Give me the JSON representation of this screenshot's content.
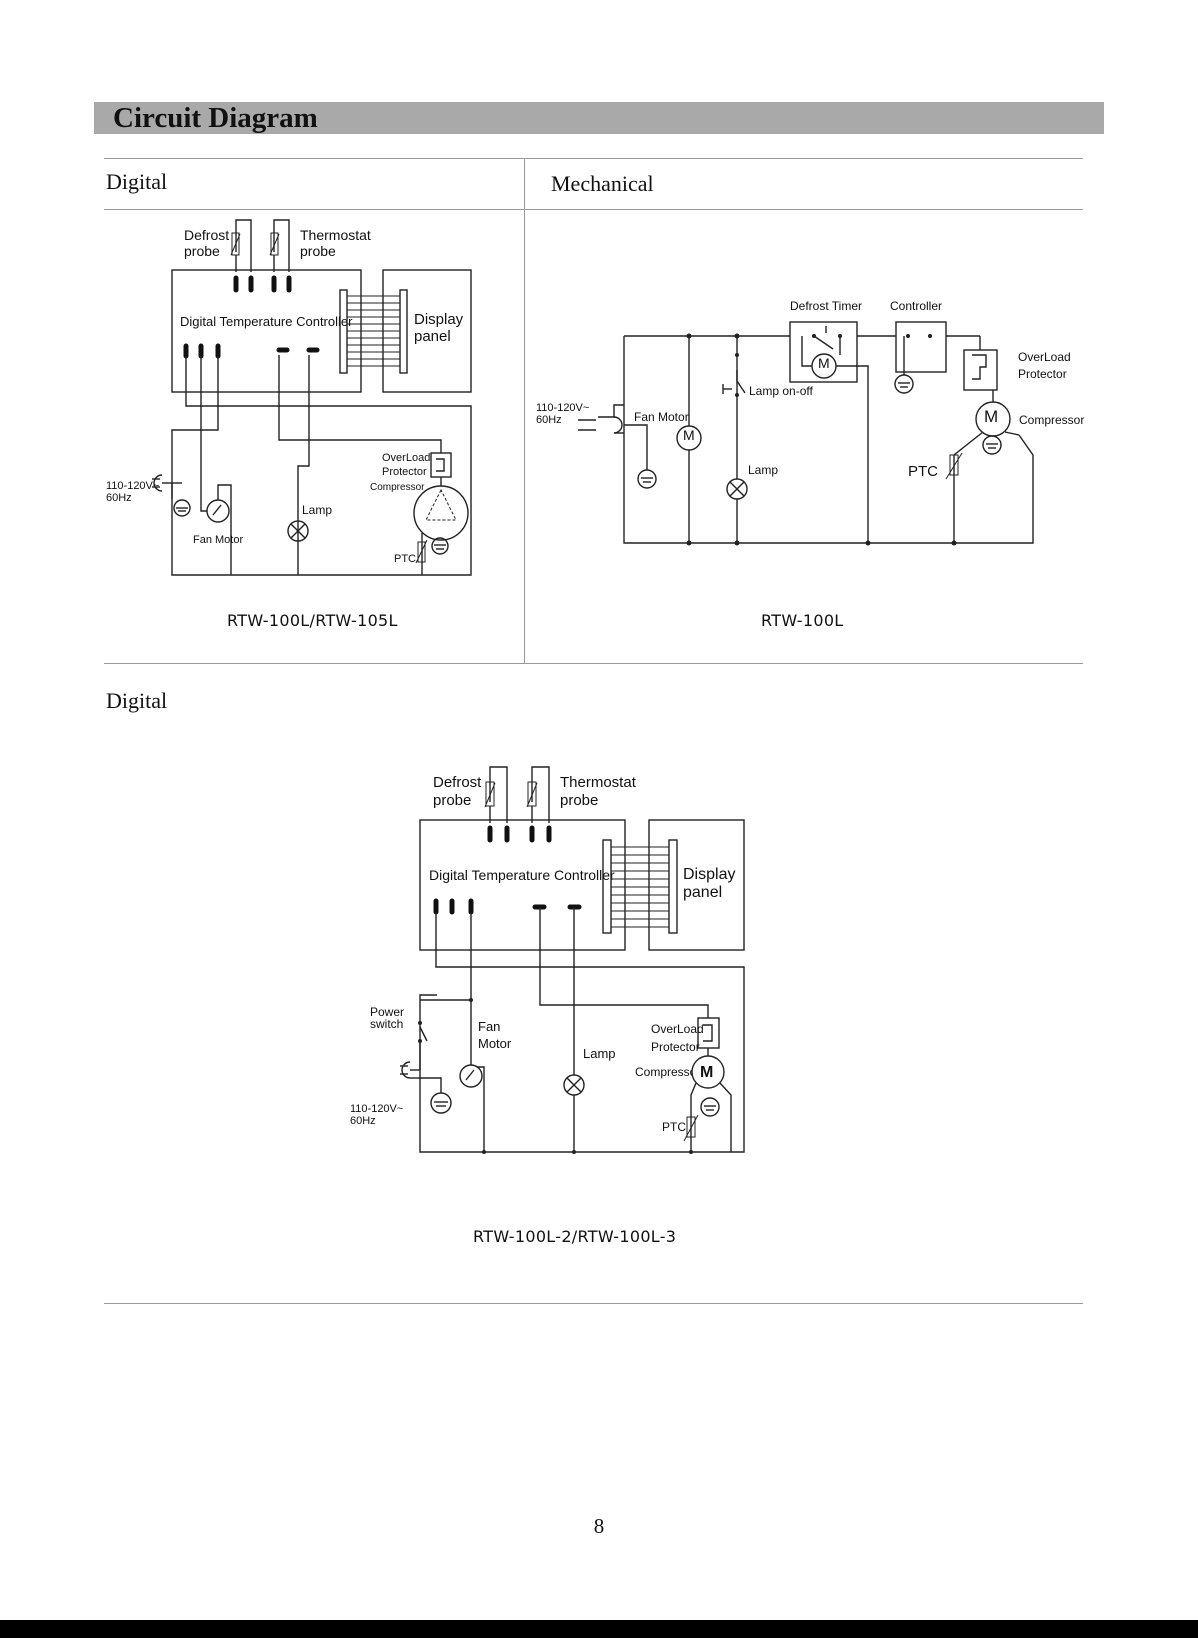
{
  "page": {
    "title": "Circuit Diagram",
    "page_number": "8"
  },
  "sections": {
    "top_left": {
      "heading": "Digital",
      "model": "RTW-100L/RTW-105L"
    },
    "top_right": {
      "heading": "Mechanical",
      "model": "RTW-100L"
    },
    "bottom": {
      "heading": "Digital",
      "model": "RTW-100L-2/RTW-100L-3"
    }
  },
  "labels": {
    "defrost_probe_1": "Defrost",
    "defrost_probe_2": "probe",
    "thermostat_probe_1": "Thermostat",
    "thermostat_probe_2": "probe",
    "controller": "Digital Temperature Controller",
    "display_1": "Display",
    "display_2": "panel",
    "supply_1": "110-120V~",
    "supply_2": "60Hz",
    "fan_motor": "Fan Motor",
    "fan": "Fan",
    "motor": "Motor",
    "lamp": "Lamp",
    "overload_1": "OverLoad",
    "overload_2": "Protector",
    "compressor": "Compressor",
    "ptc": "PTC",
    "defrost_timer": "Defrost Timer",
    "controller_short": "Controller",
    "lamp_switch": "Lamp on-off",
    "power_switch_1": "Power",
    "power_switch_2": "switch",
    "motor_symbol": "M"
  }
}
